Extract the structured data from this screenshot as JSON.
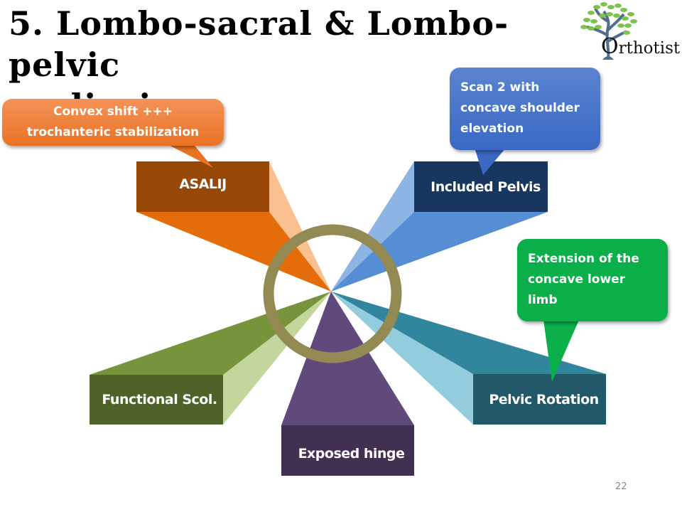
{
  "slide": {
    "title_line1": "5. Lombo-sacral & Lombo-pelvic",
    "title_line2": "scoliosis",
    "page_number": "22"
  },
  "logo": {
    "text_initial": "O",
    "text_rest": "rthotist",
    "leaf_color": "#7dc24a",
    "trunk_color": "#4f6f8c"
  },
  "diagram": {
    "ring_color": "#938953",
    "items": [
      {
        "label": "ASALIJ",
        "box_color": "#974806",
        "face_color": "#e46c0a",
        "side_color": "#fac090"
      },
      {
        "label": "Included Pelvis",
        "box_color": "#17375e",
        "face_color": "#558ed5",
        "side_color": "#8eb4e3"
      },
      {
        "label": "Functional Scol.",
        "box_color": "#4f6228",
        "face_color": "#77933c",
        "side_color": "#c3d69b"
      },
      {
        "label": "Exposed hinge",
        "box_color": "#403152",
        "face_color": "#604a7b",
        "side_color": "#604a7b"
      },
      {
        "label": "Pelvic Rotation",
        "box_color": "#215968",
        "face_color": "#31859c",
        "side_color": "#93cddd"
      }
    ]
  },
  "callouts": {
    "orange": {
      "lines": [
        "Convex shift +++",
        "trochanteric stabilization"
      ],
      "color": "#ed7d31"
    },
    "blue": {
      "lines": [
        "Scan 2 with",
        "concave shoulder",
        "elevation"
      ],
      "color": "#4472c4"
    },
    "green": {
      "lines": [
        "Extension of the",
        "concave lower",
        "limb"
      ],
      "color": "#00b050"
    }
  }
}
